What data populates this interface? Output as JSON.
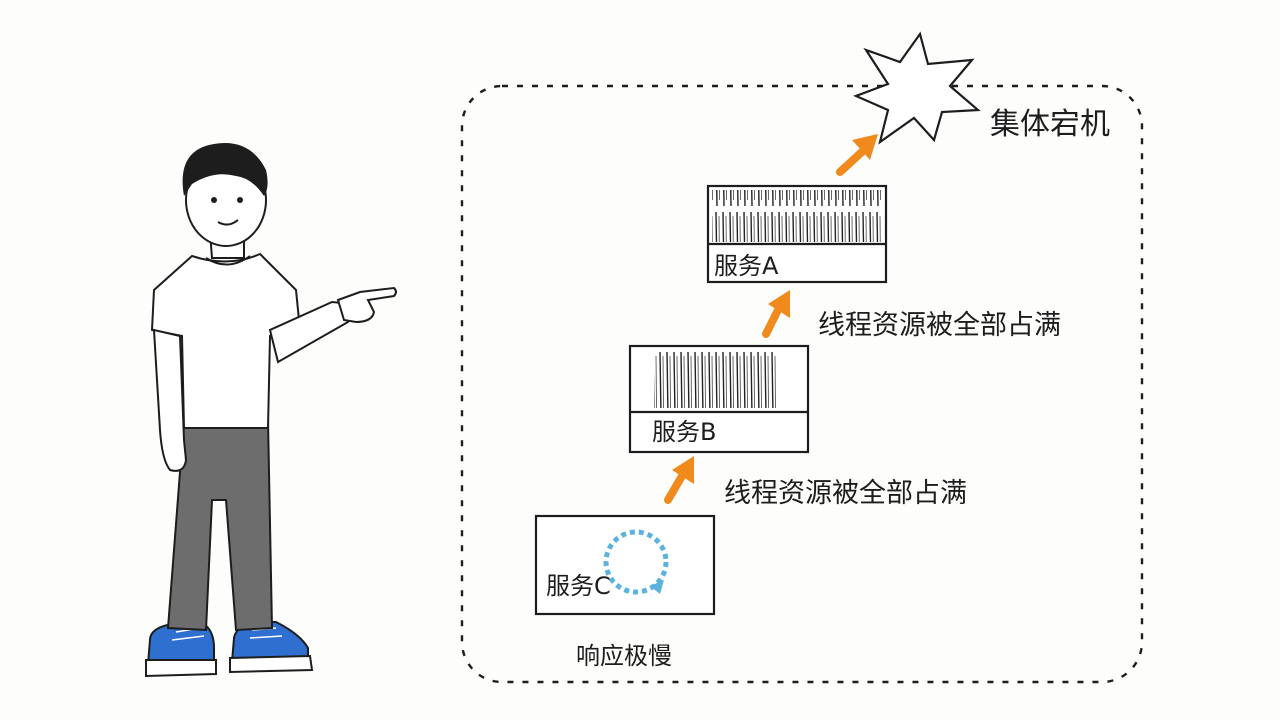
{
  "diagram": {
    "services": [
      {
        "id": "a",
        "label": "服务A"
      },
      {
        "id": "b",
        "label": "服务B"
      },
      {
        "id": "c",
        "label": "服务C"
      }
    ],
    "annotations": {
      "a_to_b": "线程资源被全部占满",
      "b_to_c": "线程资源被全部占满",
      "c_status": "响应极慢",
      "crash": "集体宕机"
    },
    "colors": {
      "arrow": "#f08a1c",
      "loading": "#5ab3de",
      "shoes": "#2f6fcf",
      "pants": "#6d6d6d",
      "ink": "#1d1d1d"
    }
  }
}
